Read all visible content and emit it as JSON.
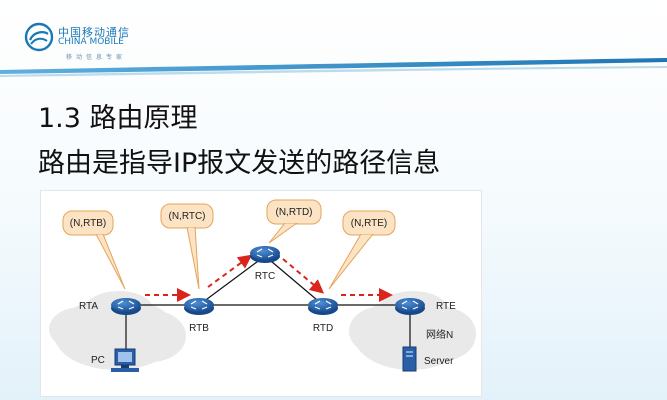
{
  "header": {
    "brand_cn": "中国移动通信",
    "brand_en": "CHINA MOBILE",
    "slogan": "移动信息专家",
    "brand_color": "#1a78b8"
  },
  "slide": {
    "title_line1": "1.3 路由原理",
    "title_line2": "路由是指导IP报文发送的路径信息"
  },
  "diagram": {
    "routers": [
      {
        "name": "RTA",
        "label": "RTA"
      },
      {
        "name": "RTB",
        "label": "RTB"
      },
      {
        "name": "RTC",
        "label": "RTC"
      },
      {
        "name": "RTD",
        "label": "RTD"
      },
      {
        "name": "RTE",
        "label": "RTE"
      }
    ],
    "callouts": [
      "(N,RTB)",
      "(N,RTC)",
      "(N,RTD)",
      "(N,RTE)"
    ],
    "pc_label": "PC",
    "server_label": "Server",
    "network_label": "网络N",
    "colors": {
      "router": "#1f5fa8",
      "callout_fill": "#fbe3c4",
      "callout_stroke": "#e5a45a",
      "arrow": "#d9251c",
      "cloud": "#e9e9e9"
    }
  }
}
